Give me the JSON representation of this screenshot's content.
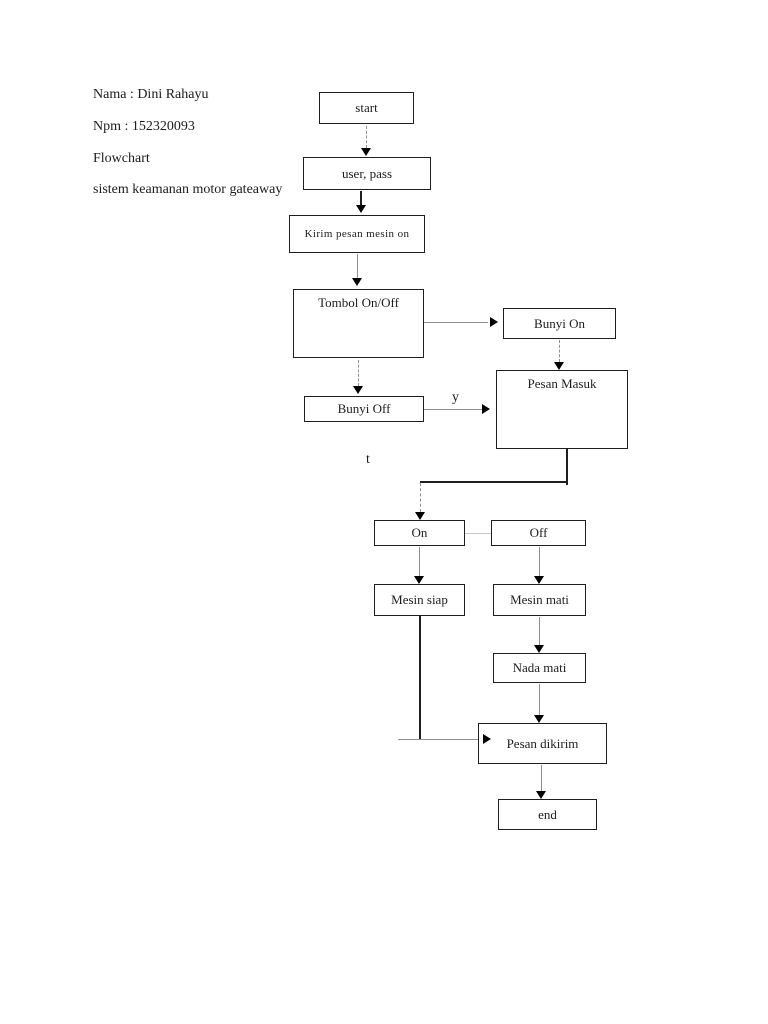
{
  "document": {
    "header": {
      "lines": [
        "Nama : Dini Rahayu",
        "Npm : 152320093",
        "Flowchart",
        "sistem keamanan motor gateaway"
      ]
    },
    "flowchart": {
      "type": "flowchart",
      "nodes": {
        "start": {
          "label": "start"
        },
        "user_pass": {
          "label": "user, pass"
        },
        "kirim_pesan": {
          "label": "Kirim pesan mesin on"
        },
        "tombol": {
          "label": "Tombol On/Off"
        },
        "bunyi_on": {
          "label": "Bunyi On"
        },
        "pesan_masuk": {
          "label": "Pesan Masuk"
        },
        "bunyi_off": {
          "label": "Bunyi Off"
        },
        "on": {
          "label": "On"
        },
        "off": {
          "label": "Off"
        },
        "mesin_siap": {
          "label": "Mesin siap"
        },
        "mesin_mati": {
          "label": "Mesin mati"
        },
        "nada_mati": {
          "label": "Nada mati"
        },
        "pesan_dikirim": {
          "label": "Pesan dikirim"
        },
        "end": {
          "label": "end"
        }
      },
      "edge_labels": {
        "yes": "y",
        "no": "t"
      },
      "edges": [
        "start -> user_pass",
        "user_pass -> kirim_pesan",
        "kirim_pesan -> tombol",
        "tombol -> bunyi_on",
        "tombol -> bunyi_off",
        "bunyi_on -> pesan_masuk",
        "bunyi_off -> pesan_masuk (y)",
        "pesan_masuk -> on",
        "on -> mesin_siap",
        "off -> mesin_mati",
        "mesin_mati -> nada_mati",
        "nada_mati -> pesan_dikirim",
        "mesin_siap -> pesan_dikirim",
        "pesan_dikirim -> end"
      ],
      "colors": {
        "background": "#ffffff",
        "box_border": "#1f1f1f",
        "box_fill": "#ffffff",
        "connector_gray": "#8f8f8f",
        "connector_black": "#1f1f1f",
        "arrowhead": "#000000",
        "text": "#1c1c1c"
      }
    }
  }
}
